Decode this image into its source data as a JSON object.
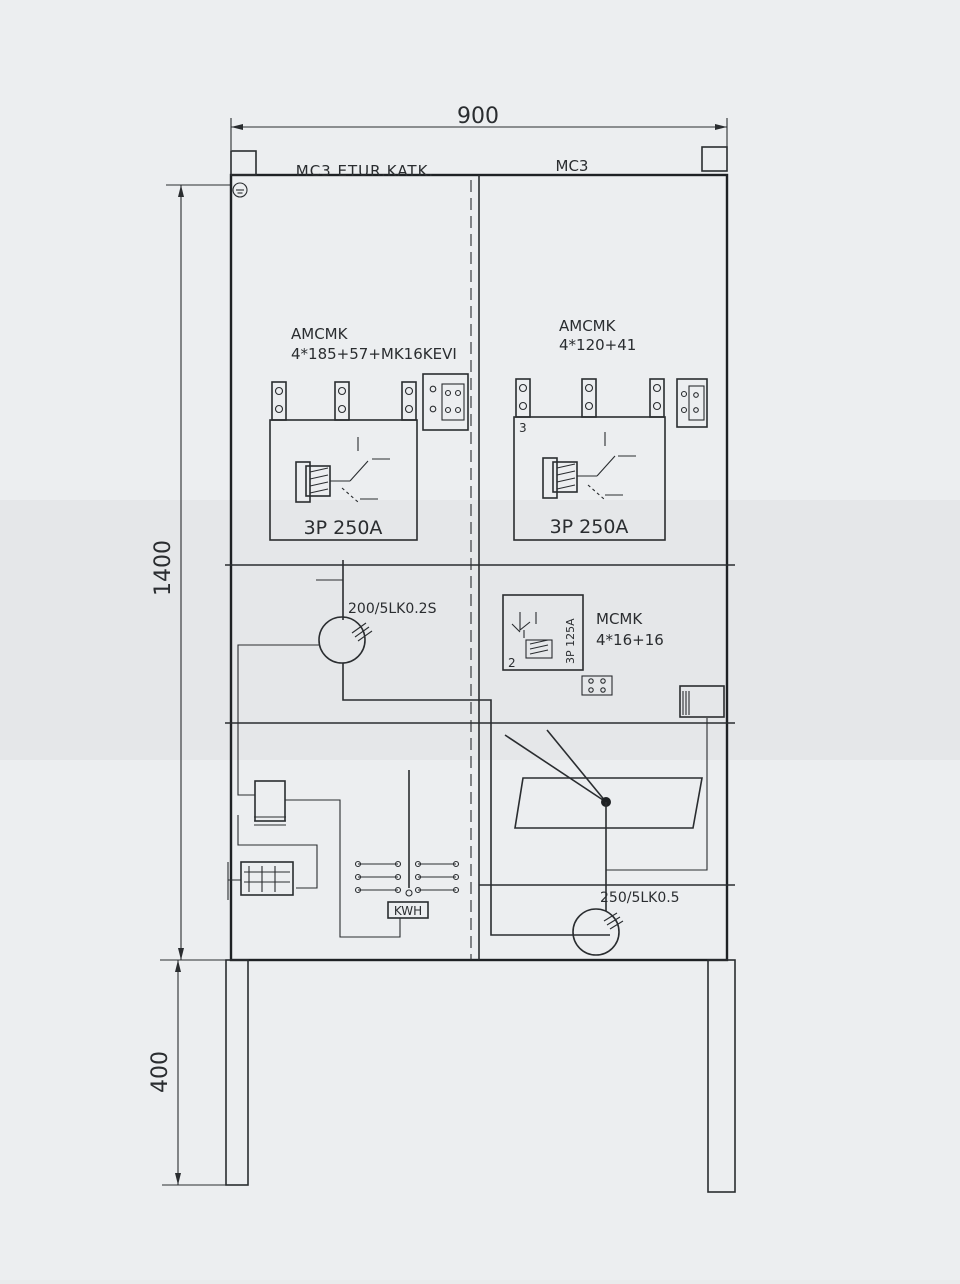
{
  "dimensions": {
    "width_label": "900",
    "height_label": "1400",
    "legs_label": "400"
  },
  "panels": {
    "left_header": "MC3 ETUR.KATK.",
    "right_header": "MC3"
  },
  "left_breaker": {
    "name": "AMCMK",
    "cable": "4*185+57+MK16KEVI",
    "rating": "3P 250A"
  },
  "right_breaker": {
    "name": "AMCMK",
    "cable": "4*120+41",
    "rating": "3P 250A",
    "terminal_no": "3"
  },
  "left_ct": {
    "label": "200/5LK0.2S"
  },
  "small_breaker": {
    "name": "MCMK",
    "cable": "4*16+16",
    "rating": "3P 125A",
    "terminal_no": "2"
  },
  "meter": {
    "label": "KWH"
  },
  "right_ct": {
    "label": "250/5LK0.5"
  },
  "colors": {
    "ink": "#2a2d30",
    "paper": "#e9ebec"
  }
}
